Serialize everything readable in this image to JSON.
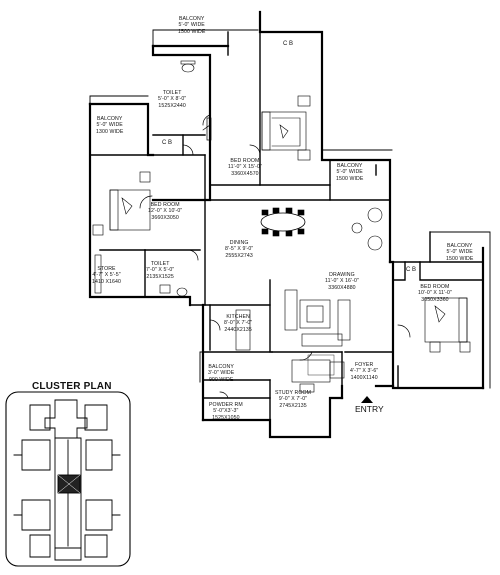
{
  "rooms": [
    {
      "id": "balcony-top",
      "name": "BALCONY",
      "line2": "5'-0\" WIDE",
      "line3": "1500 WIDE"
    },
    {
      "id": "toilet-top",
      "name": "TOILET",
      "line2": "5'-0\" X 8'-0\"",
      "line3": "1525X2440"
    },
    {
      "id": "balcony-left",
      "name": "BALCONY",
      "line2": "5'-0\" WIDE",
      "line3": "1300 WIDE"
    },
    {
      "id": "bedroom-top",
      "name": "BED ROOM",
      "line2": "11'-0\" X 15'-0\"",
      "line3": "3360X4570"
    },
    {
      "id": "balcony-mid",
      "name": "BALCONY",
      "line2": "5'-0\" WIDE",
      "line3": "1500 WIDE"
    },
    {
      "id": "bedroom-left",
      "name": "BED ROOM",
      "line2": "12'-0\" X 10'-0\"",
      "line3": "3660X3050"
    },
    {
      "id": "dining",
      "name": "DINING",
      "line2": "8'-5\" X 9'-0\"",
      "line3": "2555X2743"
    },
    {
      "id": "store",
      "name": "STORE",
      "line2": "4'-7\" X 5'-5\"",
      "line3": "1410 X1640"
    },
    {
      "id": "toilet-left",
      "name": "TOILET",
      "line2": "7'-0\" X 5'-0\"",
      "line3": "2135X1525"
    },
    {
      "id": "drawing",
      "name": "DRAWING",
      "line2": "11'-0\" X 16'-0\"",
      "line3": "3360X4880"
    },
    {
      "id": "balcony-right",
      "name": "BALCONY",
      "line2": "5'-0\" WIDE",
      "line3": "1500 WIDE"
    },
    {
      "id": "bedroom-right",
      "name": "BED ROOM",
      "line2": "10'-0\" X 11'-0\"",
      "line3": "3050X3360"
    },
    {
      "id": "kitchen",
      "name": "KITCHEN",
      "line2": "8'-0\" X 7'-0\"",
      "line3": "2440X2135"
    },
    {
      "id": "foyer",
      "name": "FOYER",
      "line2": "4'-7\" X 3'-6\"",
      "line3": "1400X1140"
    },
    {
      "id": "balcony-bottom",
      "name": "BALCONY",
      "line2": "3'-0\" WIDE",
      "line3": "900 WIDE"
    },
    {
      "id": "study",
      "name": "STUDY ROOM",
      "line2": "9'-0\" X 7'-0\"",
      "line3": "2745X2135"
    },
    {
      "id": "powder",
      "name": "POWDER RM",
      "line2": "5'-0\"X3'-3\"",
      "line3": "1525X1050"
    }
  ],
  "cupboards": [
    "C B",
    "C B",
    "C B"
  ],
  "entry_label": "ENTRY",
  "cluster_title": "CLUSTER PLAN"
}
